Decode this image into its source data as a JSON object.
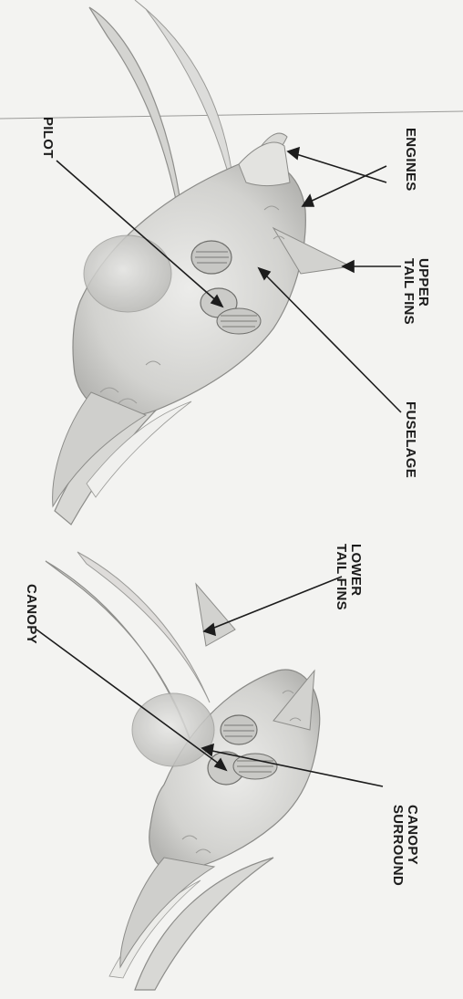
{
  "callouts": {
    "engines": "ENGINES",
    "pilot": "PILOT",
    "upper_tail_fins": [
      "UPPER",
      "TAIL FINS"
    ],
    "fuselage": "FUSELAGE",
    "lower_tail_fins": [
      "LOWER",
      "TAIL FINS"
    ],
    "canopy": "CANOPY",
    "canopy_surround": [
      "CANOPY",
      "SURROUND"
    ]
  }
}
